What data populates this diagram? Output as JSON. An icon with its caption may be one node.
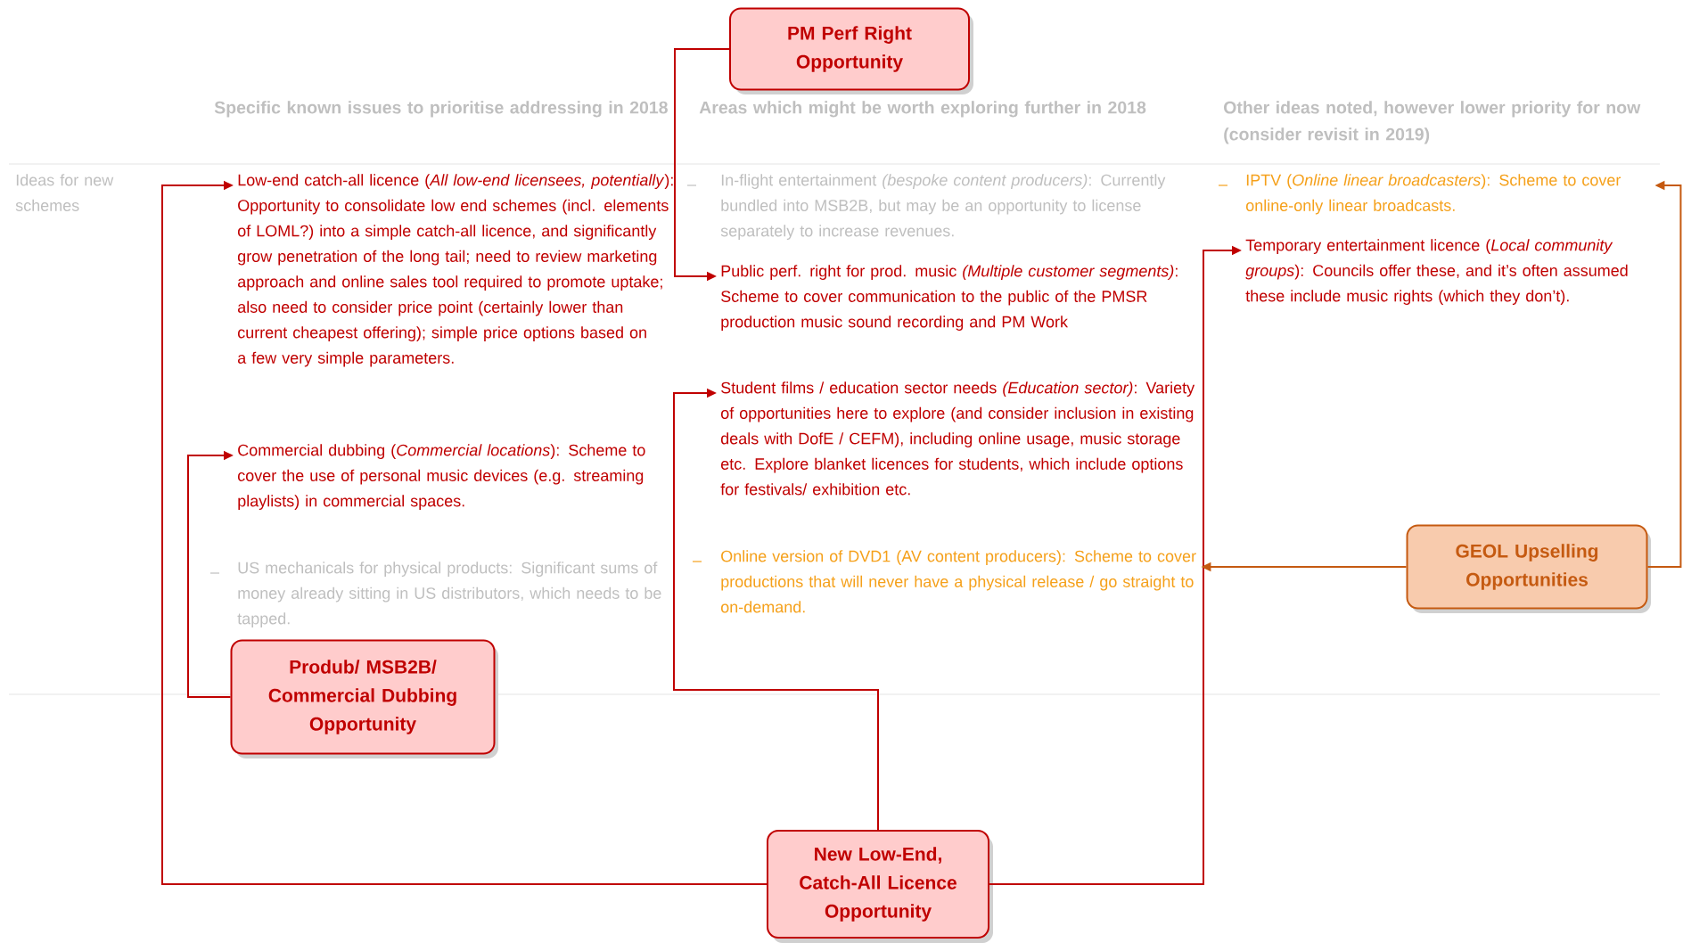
{
  "diagram": {
    "nodes": [
      {
        "text": [
          "PM Perf Right Opportunity"
        ]
      },
      {
        "text": [
          "Produb/ MSB2B/ Commercial Dubbing Opportunity"
        ]
      },
      {
        "text": [
          "New Low-End, Catch-All Licence Opportunity"
        ]
      },
      {
        "text": [
          "GEOL Upselling Opportunities"
        ]
      },
      {
        "text": [
          "Low-end catch-all licence (*All low-end licensees, potentially*): Opportunity to consolidate low end schemes (incl. elements of LOML?) into a simple catch-all licence, and significantly grow penetration of the long tail; need to review marketing approach and online sales tool required to promote uptake; also need to consider price point (certainly lower than current cheapest offering); simple price options based on a few very simple parameters."
        ]
      },
      {
        "text": [
          "Commercial dubbing (*Commercial locations*): Scheme to cover the use of personal music devices (e.g. streaming playlists) in commercial spaces."
        ]
      },
      {
        "text": [
          "Public perf. right for prod. music *(Multiple customer segments)*: Scheme to cover communication to the public of the PMSR production music sound recording and PM Work"
        ]
      },
      {
        "text": [
          "Student films / education sector needs *(Education sector)*: Variety of opportunities here to explore (and consider inclusion in existing deals with DofE / CEFM), including online usage, music storage etc. Explore blanket licences for students, which include options for festivals/ exhibition etc."
        ]
      },
      {
        "text": [
          "Online version of DVD1 (AV content producers): Scheme to cover productions that will never have a physical release / go straight to on-demand."
        ]
      },
      {
        "text": [
          "IPTV (*Online linear broadcasters*): Scheme to cover online-only linear broadcasts."
        ]
      },
      {
        "text": [
          "Temporary entertainment licence (*Local community groups*): Councils offer these, and it’s often assumed these include music rights (which they don’t)."
        ]
      }
    ],
    "edges": [
      {
        "from": 0,
        "to": 6,
        "arrow": "to"
      },
      {
        "from": 1,
        "to": 5,
        "arrow": "to"
      },
      {
        "from": 2,
        "to": 4,
        "arrow": "to"
      },
      {
        "from": 2,
        "to": 7,
        "arrow": "to"
      },
      {
        "from": 2,
        "to": 10,
        "arrow": "to"
      },
      {
        "from": 3,
        "to": 8,
        "arrow": "to",
        "color": "#c55a11"
      },
      {
        "from": 3,
        "to": 9,
        "arrow": "to",
        "color": "#c55a11"
      }
    ],
    "labels": [
      "Specific known issues to prioritise addressing in 2018",
      "Areas which might be worth exploring further in 2018",
      "Other ideas noted, however lower priority for now (consider revisit in 2019)",
      "Ideas for new schemes",
      "In-flight entertainment *(bespoke content producers)*: Currently bundled into MSB2B, but may be an opportunity to license separately to increase revenues.",
      "US mechanicals for physical products: Significant sums of money already sitting in US distributors, which needs to be tapped."
    ]
  }
}
